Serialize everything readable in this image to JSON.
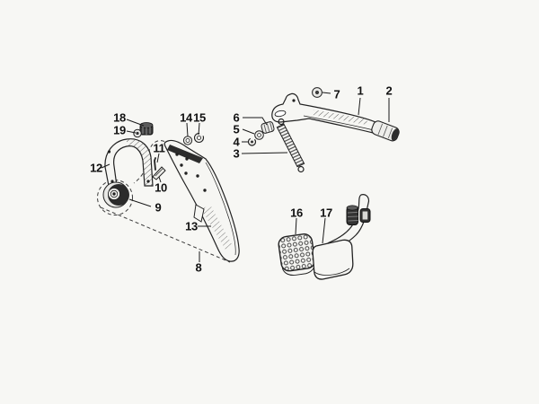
{
  "diagram": {
    "type": "exploded-parts-diagram",
    "subject": "pedal-assembly",
    "background_color": "#f7f7f4",
    "line_color": "#1f1f1f",
    "label_color": "#111111",
    "callouts": [
      {
        "number": "1"
      },
      {
        "number": "2"
      },
      {
        "number": "3"
      },
      {
        "number": "4"
      },
      {
        "number": "5"
      },
      {
        "number": "6"
      },
      {
        "number": "7"
      },
      {
        "number": "8"
      },
      {
        "number": "9"
      },
      {
        "number": "10"
      },
      {
        "number": "11"
      },
      {
        "number": "12"
      },
      {
        "number": "13"
      },
      {
        "number": "14"
      },
      {
        "number": "15"
      },
      {
        "number": "16"
      },
      {
        "number": "17"
      },
      {
        "number": "18"
      },
      {
        "number": "19"
      }
    ]
  }
}
